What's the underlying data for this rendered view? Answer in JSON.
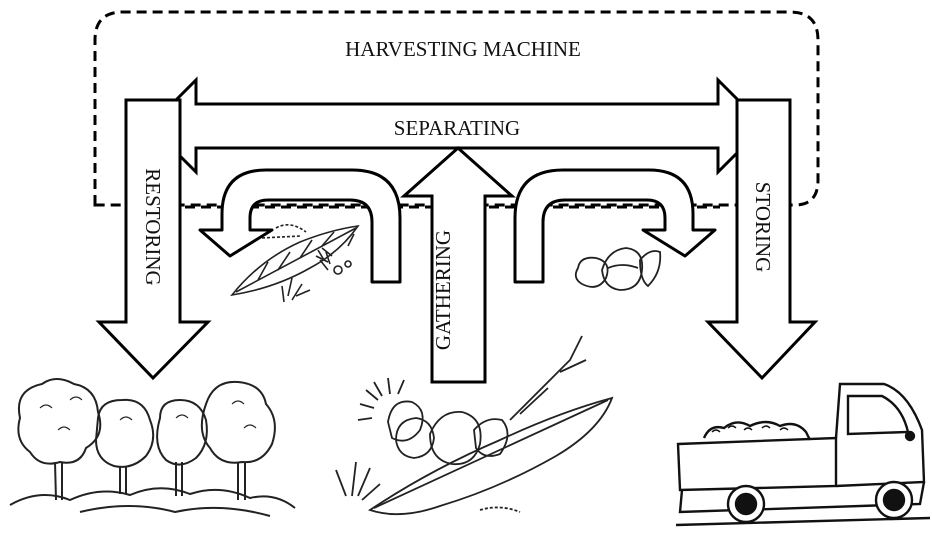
{
  "labels": {
    "machine": "HARVESTING MACHINE",
    "separating": "SEPARATING",
    "restoring": "RESTORING",
    "gathering": "GATHERING",
    "storing": "STORING"
  },
  "icons": [
    "orchard-trees-illustration",
    "chestnut-ground-illustration",
    "leaf-debris-illustration",
    "chestnuts-illustration",
    "pickup-truck-illustration"
  ]
}
